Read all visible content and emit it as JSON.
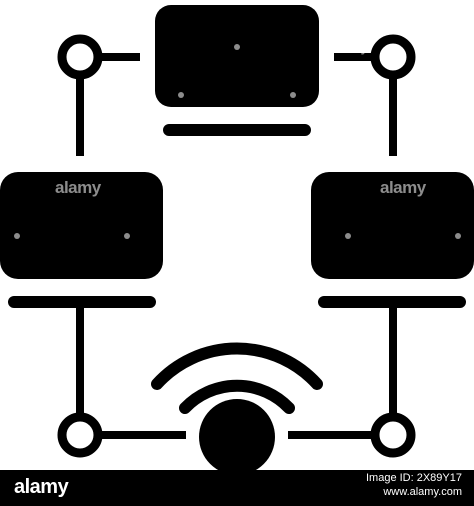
{
  "watermark": {
    "brand": "alamy"
  },
  "footer": {
    "logo": "alamy",
    "image_id_label": "Image ID: 2X89Y17",
    "site": "www.alamy.com"
  },
  "colors": {
    "icon": "#000000",
    "background": "#ffffff",
    "footer_bg": "#000000",
    "footer_text": "#ffffff"
  },
  "icon": {
    "name": "network-wifi-icon"
  }
}
